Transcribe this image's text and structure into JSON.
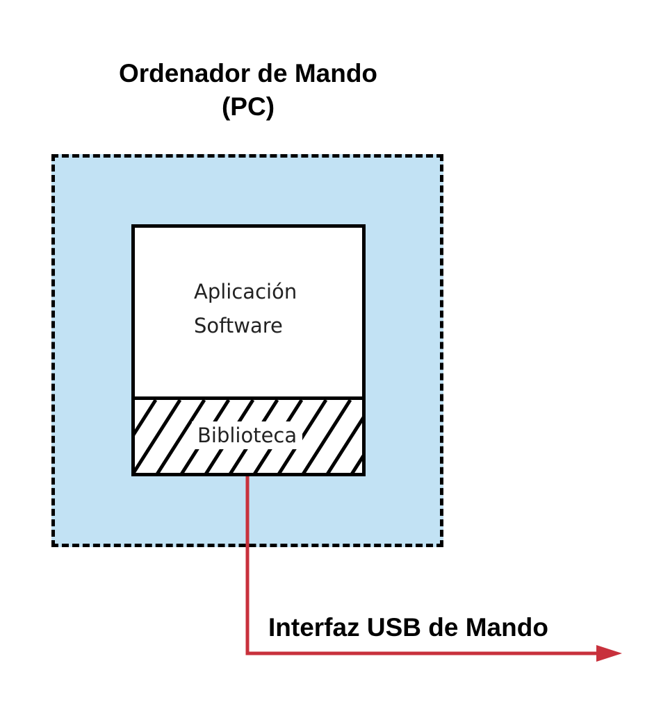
{
  "diagram": {
    "title_line1": "Ordenador de Mando",
    "title_line2": "(PC)",
    "app_label_line1": "Aplicación",
    "app_label_line2": "Software",
    "library_label": "Biblioteca",
    "usb_label": "Interfaz USB de Mando"
  },
  "colors": {
    "pc_fill": "#c2e2f4",
    "connector": "#c8313c",
    "outline": "#000000"
  }
}
